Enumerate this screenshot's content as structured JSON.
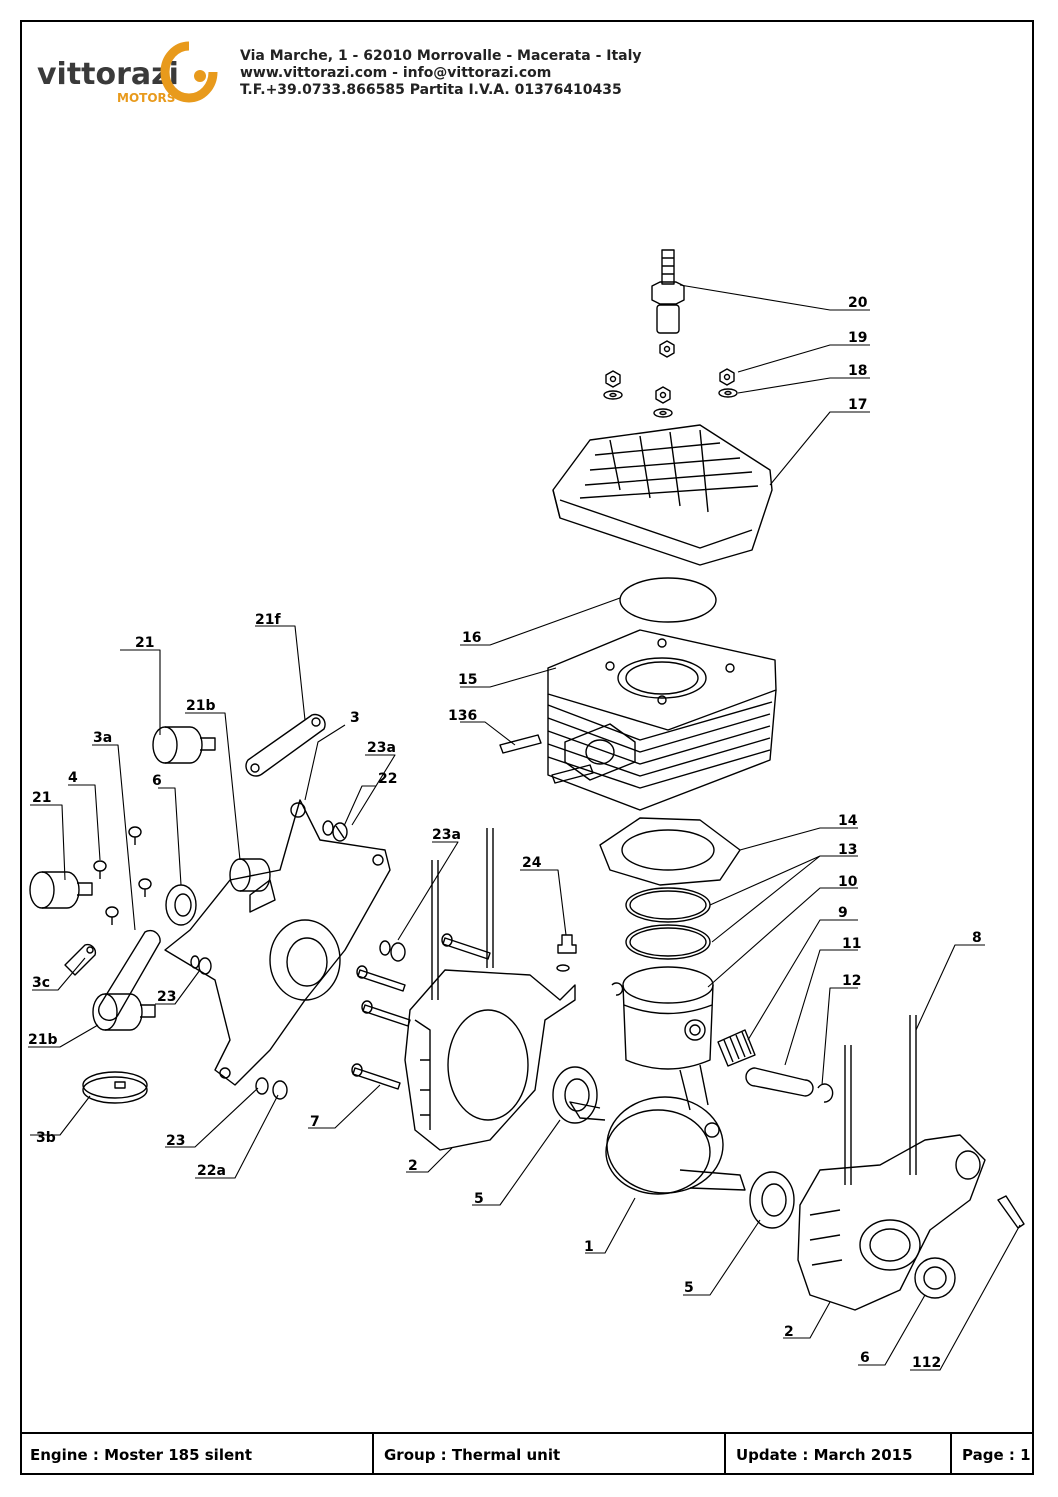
{
  "brand": {
    "name": "vittorazi",
    "sub": "MOTORS",
    "color_dark": "#3a3a3a",
    "color_accent": "#e89a1c"
  },
  "header": {
    "line1": "Via Marche, 1 - 62010 Morrovalle - Macerata - Italy",
    "line2": "www.vittorazi.com - info@vittorazi.com",
    "line3": "T.F.+39.0733.866585  Partita I.V.A.  01376410435"
  },
  "labels": {
    "p1": "1",
    "p2a": "2",
    "p2b": "2",
    "p3": "3",
    "p3a": "3a",
    "p3b": "3b",
    "p3c": "3c",
    "p4": "4",
    "p5a": "5",
    "p5b": "5",
    "p6a": "6",
    "p6b": "6",
    "p7": "7",
    "p8": "8",
    "p9": "9",
    "p10": "10",
    "p11": "11",
    "p12": "12",
    "p13": "13",
    "p14": "14",
    "p15": "15",
    "p16": "16",
    "p17": "17",
    "p18": "18",
    "p19": "19",
    "p20": "20",
    "p21a": "21",
    "p21b_": "21",
    "p21b1": "21b",
    "p21b2": "21b",
    "p21f": "21f",
    "p22": "22",
    "p22a": "22a",
    "p23a1": "23a",
    "p23a2": "23a",
    "p23_1": "23",
    "p23_2": "23",
    "p24": "24",
    "p112": "112",
    "p136": "136"
  },
  "footer": {
    "engine": "Engine : Moster 185 silent",
    "group": "Group : Thermal unit",
    "update": "Update : March 2015",
    "page": "Page : 1"
  }
}
